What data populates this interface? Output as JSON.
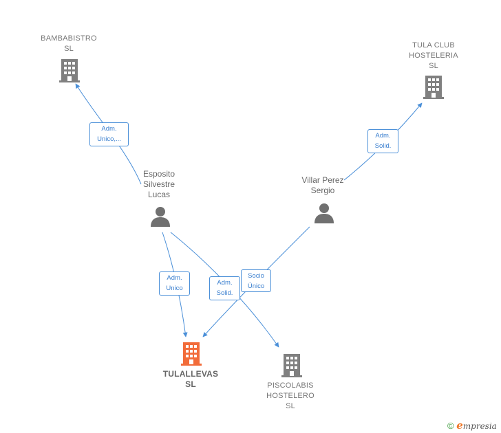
{
  "colors": {
    "edge": "#4a8fd8",
    "company_icon": "#808080",
    "main_company_icon": "#f26c3a",
    "person_icon": "#707070"
  },
  "nodes": {
    "bambabistro": {
      "line1": "BAMBABISTRO",
      "line2": "SL",
      "icon": "building-icon"
    },
    "tula_club": {
      "line1": "TULA CLUB",
      "line2": "HOSTELERIA",
      "line3": "SL",
      "icon": "building-icon"
    },
    "esposito": {
      "line1": "Esposito",
      "line2": "Silvestre",
      "line3": "Lucas",
      "icon": "person-icon"
    },
    "villar": {
      "line1": "Villar Perez",
      "line2": "Sergio",
      "icon": "person-icon"
    },
    "tulallevas": {
      "line1": "TULALLEVAS",
      "line2": "SL",
      "icon": "building-icon"
    },
    "piscolabis": {
      "line1": "PISCOLABIS",
      "line2": "HOSTELERO",
      "line3": "SL",
      "icon": "building-icon"
    }
  },
  "edges": {
    "esposito_bambabistro": {
      "line1": "Adm.",
      "line2": "Unico,..."
    },
    "villar_tula": {
      "line1": "Adm.",
      "line2": "Solid."
    },
    "esposito_tulallevas": {
      "line1": "Adm.",
      "line2": "Unico"
    },
    "esposito_piscolabis": {
      "line1": "Adm.",
      "line2": "Solid."
    },
    "villar_tulallevas": {
      "line1": "Socio",
      "line2": "Único"
    }
  },
  "footer": {
    "copyright": "©",
    "brand_initial": "e",
    "brand_rest": "mpresia"
  }
}
